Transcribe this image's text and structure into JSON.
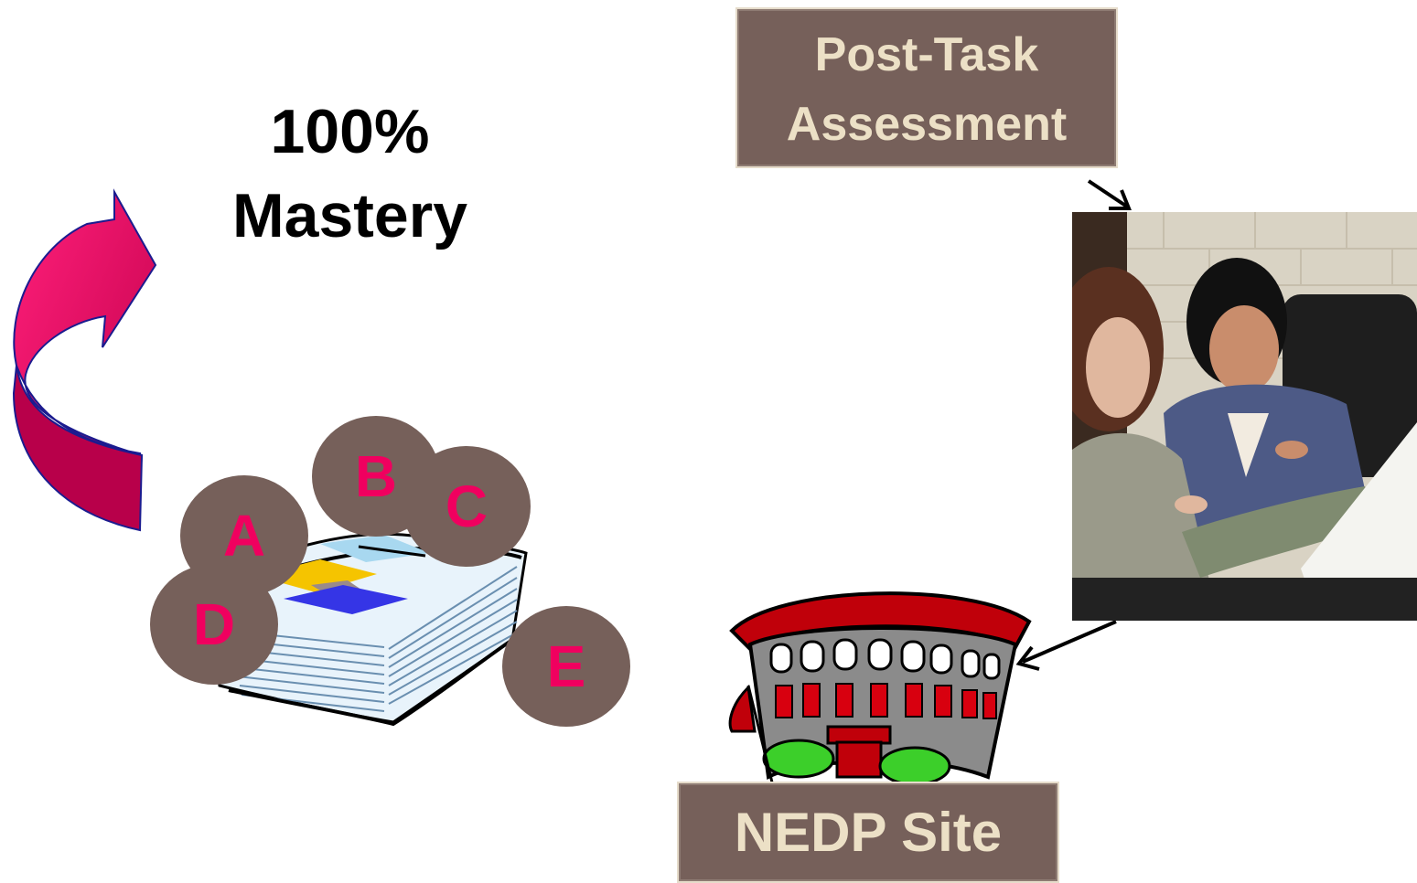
{
  "mastery": {
    "line1": "100%",
    "line2": "Mastery"
  },
  "post_task": {
    "line1": "Post-Task",
    "line2": "Assessment"
  },
  "nedp_site": {
    "label": "NEDP Site"
  },
  "task_circles": [
    "A",
    "B",
    "C",
    "D",
    "E"
  ],
  "colors": {
    "box_fill": "#76605a",
    "box_text": "#ece0c6",
    "circle_letter": "#f0005f",
    "arrow_pink": "#e8005a",
    "arrow_outline": "#1b1b8f"
  },
  "icons": {
    "curved_arrow": "curved-up-arrow-icon",
    "paper_stack": "paper-stack-icon",
    "photo": "meeting-photo",
    "building": "school-building-icon"
  }
}
